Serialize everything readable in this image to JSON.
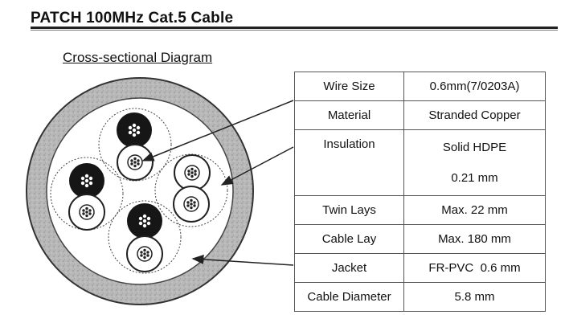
{
  "header": {
    "title": "PATCH 100MHz Cat.5 Cable"
  },
  "diagram": {
    "caption": "Cross-sectional Diagram"
  },
  "specs": [
    {
      "label": "Wire Size",
      "value": "0.6mm(7/0203A)"
    },
    {
      "label": "Material",
      "value": "Stranded Copper"
    },
    {
      "label": "Insulation",
      "value": "Solid HDPE",
      "value2": "0.21 mm"
    },
    {
      "label": "Twin Lays",
      "value": "Max. 22 mm"
    },
    {
      "label": "Cable Lay",
      "value": "Max. 180 mm"
    },
    {
      "label": "Jacket",
      "value": "FR-PVC  0.6 mm"
    },
    {
      "label": "Cable Diameter",
      "value": "5.8 mm"
    }
  ],
  "colors": {
    "jacket": "#b4b4b4",
    "conductor_dark": "#161616",
    "line": "#222222"
  }
}
